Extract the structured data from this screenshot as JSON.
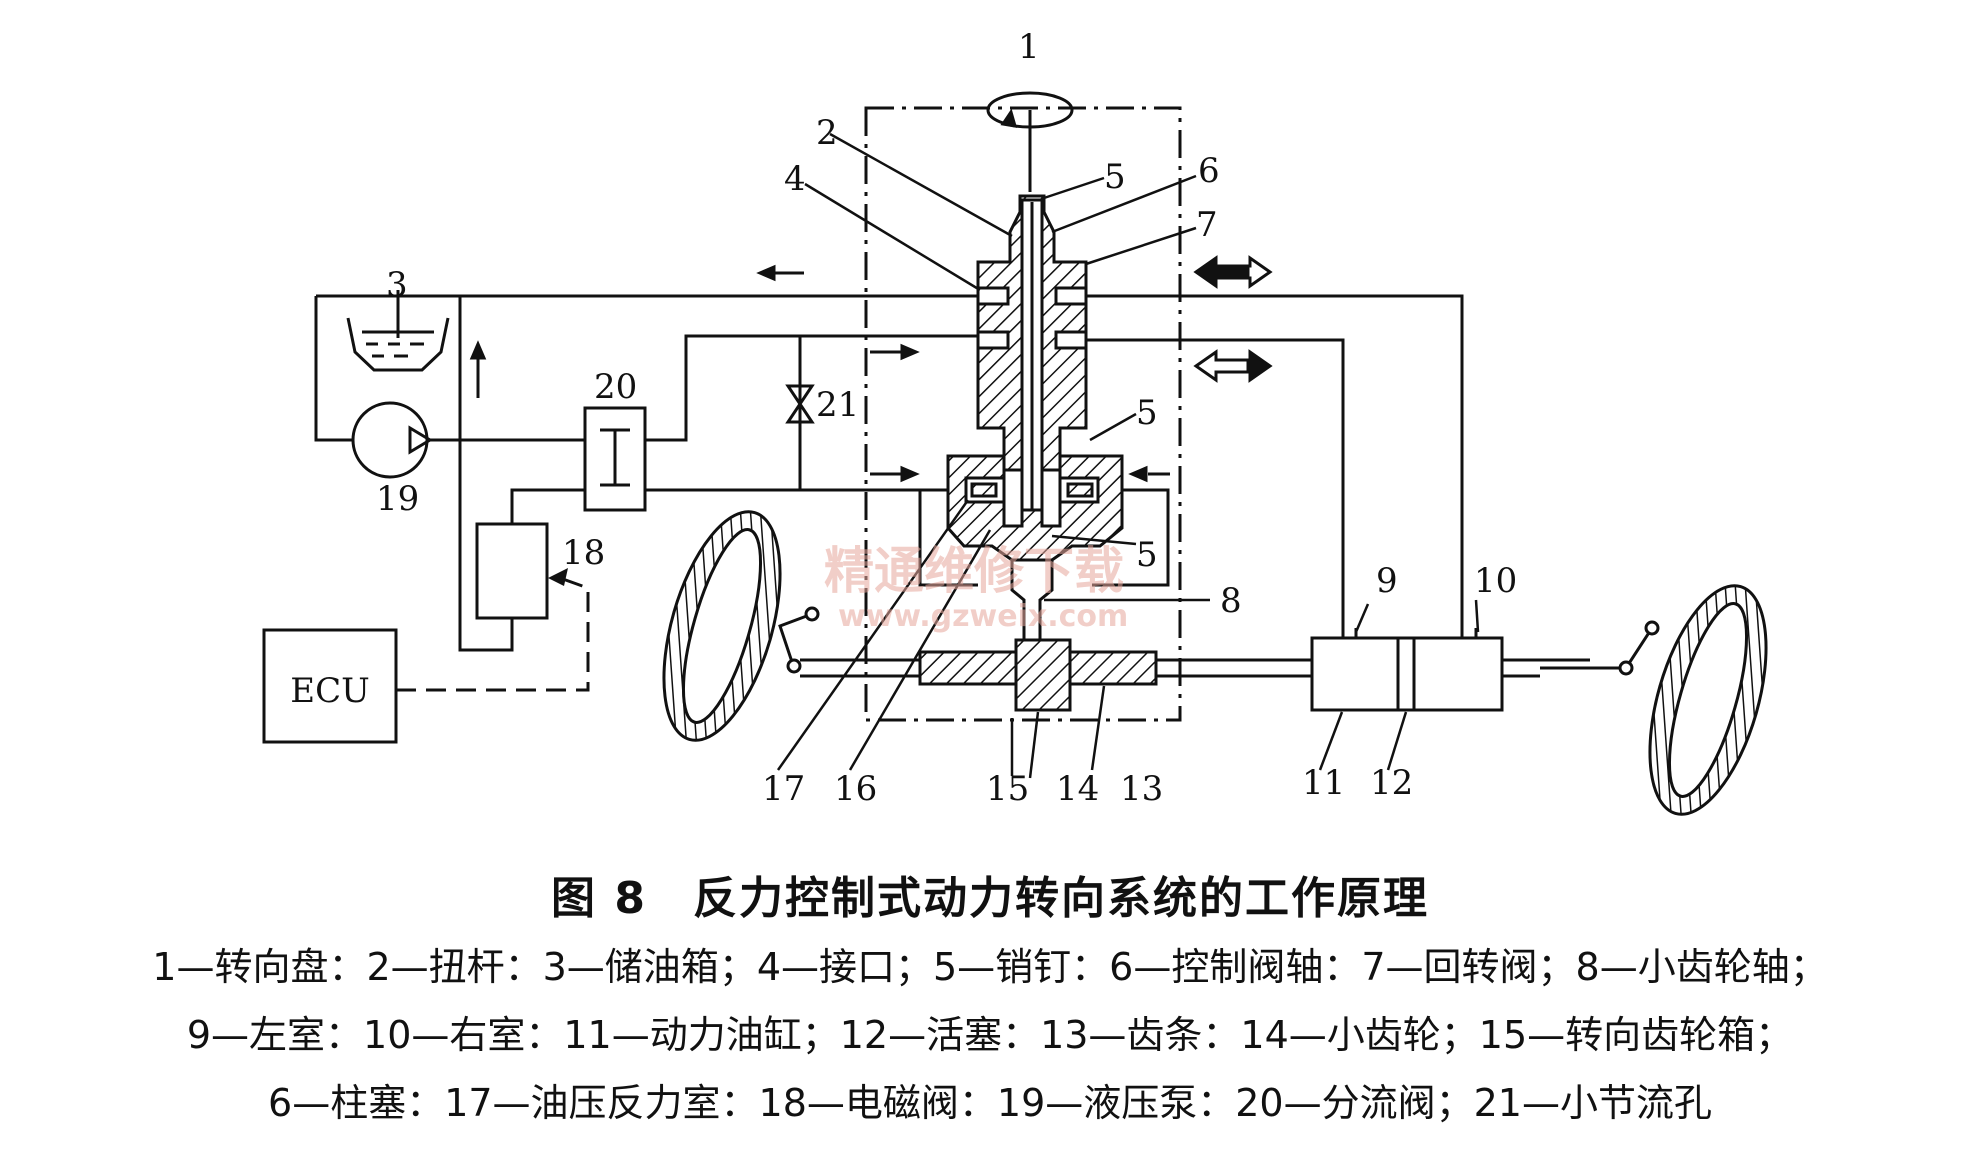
{
  "diagram": {
    "part_numbers": {
      "n1": "1",
      "n2": "2",
      "n3": "3",
      "n4": "4",
      "n5a": "5",
      "n5b": "5",
      "n5c": "5",
      "n6": "6",
      "n7": "7",
      "n8": "8",
      "n9": "9",
      "n10": "10",
      "n11": "11",
      "n12": "12",
      "n13": "13",
      "n14": "14",
      "n15": "15",
      "n16": "16",
      "n17": "17",
      "n18": "18",
      "n19": "19",
      "n20": "20",
      "n21": "21"
    },
    "ecu_label": "ECU",
    "watermark_cn": "精通维修下载",
    "watermark_url": "www.gzweix.com"
  },
  "caption": {
    "title": "图 8　反力控制式动力转向系统的工作原理",
    "legend_line_1": "1—转向盘：2—扭杆：3—储油箱；4—接口；5—销钉：6—控制阀轴：7—回转阀；8—小齿轮轴；",
    "legend_line_2": "9—左室：10—右室：11—动力油缸；12—活塞：13—齿条：14—小齿轮；15—转向齿轮箱；",
    "legend_line_3": "6—柱塞：17—油压反力室：18—电磁阀：19—液压泵：20—分流阀；21—小节流孔"
  }
}
